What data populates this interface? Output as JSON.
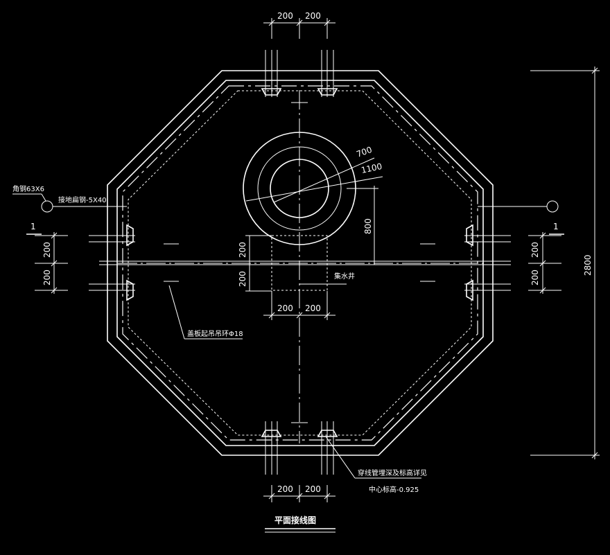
{
  "dimensions": {
    "top_left": "200",
    "top_right": "200",
    "bottom_left": "200",
    "bottom_right": "200",
    "center_left": "200",
    "center_right": "200",
    "left_upper": "200",
    "left_lower": "200",
    "right_upper": "200",
    "right_lower": "200",
    "mid_upper": "200",
    "mid_lower": "200",
    "overall_height": "2800",
    "offset_800": "800",
    "dia_inner": "700",
    "dia_outer": "1100"
  },
  "section_marks": {
    "left": "1",
    "right": "1"
  },
  "annotations": {
    "angle_steel": "角钢63X6",
    "flat_steel": "接地扁钢-5X40",
    "collector_well": "集水井",
    "cover_lift_ring": "盖板起吊吊环Φ18",
    "pipe_note": "穿线管埋深及标高详见",
    "center_elevation": "中心标高-0.925",
    "plan_title": "平面接线图"
  }
}
